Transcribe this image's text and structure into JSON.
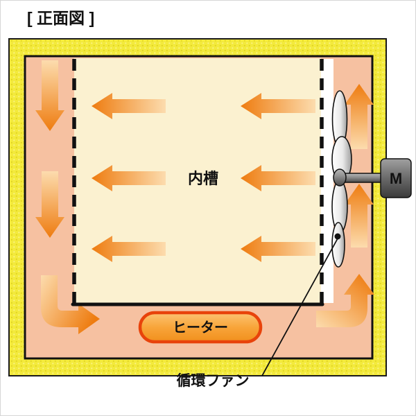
{
  "title": "[ 正面図 ]",
  "labels": {
    "chamber": "内槽",
    "heater": "ヒーター",
    "fan": "循環ファン",
    "motor": "M"
  },
  "colors": {
    "insulation_yellow": "#f3ea3c",
    "insulation_dot": "#e0d31f",
    "air_channel_salmon": "#f6c1a1",
    "chamber_cream": "#fbf1d0",
    "arrow_gradient_light": "#fcdcae",
    "arrow_gradient_dark": "#ee7c10",
    "heater_fill": "#f8a53a",
    "heater_border": "#e8430b",
    "motor_gray": "#6a6a6a",
    "outline_black": "#111111"
  }
}
